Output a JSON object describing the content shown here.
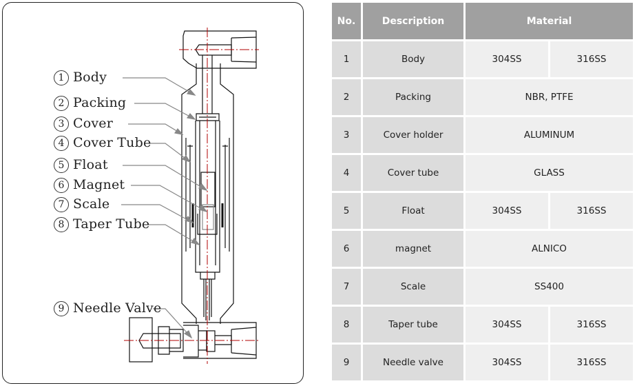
{
  "diagram": {
    "title": "Flow meter cross-section",
    "labels": [
      {
        "num": "1",
        "text": "Body"
      },
      {
        "num": "2",
        "text": "Packing"
      },
      {
        "num": "3",
        "text": "Cover"
      },
      {
        "num": "4",
        "text": "Cover Tube"
      },
      {
        "num": "5",
        "text": "Float"
      },
      {
        "num": "6",
        "text": "Magnet"
      },
      {
        "num": "7",
        "text": "Scale"
      },
      {
        "num": "8",
        "text": "Taper Tube"
      },
      {
        "num": "9",
        "text": "Needle Valve"
      }
    ],
    "colors": {
      "line": "#111111",
      "centerline": "#b00000",
      "leader": "#888888"
    }
  },
  "table": {
    "headers": {
      "no": "No.",
      "description": "Description",
      "material": "Material"
    },
    "rows": [
      {
        "no": "1",
        "description": "Body",
        "materials": [
          "304SS",
          "316SS"
        ]
      },
      {
        "no": "2",
        "description": "Packing",
        "materials": [
          "NBR, PTFE"
        ]
      },
      {
        "no": "3",
        "description": "Cover holder",
        "materials": [
          "ALUMINUM"
        ]
      },
      {
        "no": "4",
        "description": "Cover tube",
        "materials": [
          "GLASS"
        ]
      },
      {
        "no": "5",
        "description": "Float",
        "materials": [
          "304SS",
          "316SS"
        ]
      },
      {
        "no": "6",
        "description": "magnet",
        "materials": [
          "ALNICO"
        ]
      },
      {
        "no": "7",
        "description": "Scale",
        "materials": [
          "SS400"
        ]
      },
      {
        "no": "8",
        "description": "Taper tube",
        "materials": [
          "304SS",
          "316SS"
        ]
      },
      {
        "no": "9",
        "description": "Needle valve",
        "materials": [
          "304SS",
          "316SS"
        ]
      }
    ],
    "colors": {
      "header_bg": "#a0a0a0",
      "label_bg": "#dcdcdc",
      "value_bg": "#efefef"
    }
  }
}
